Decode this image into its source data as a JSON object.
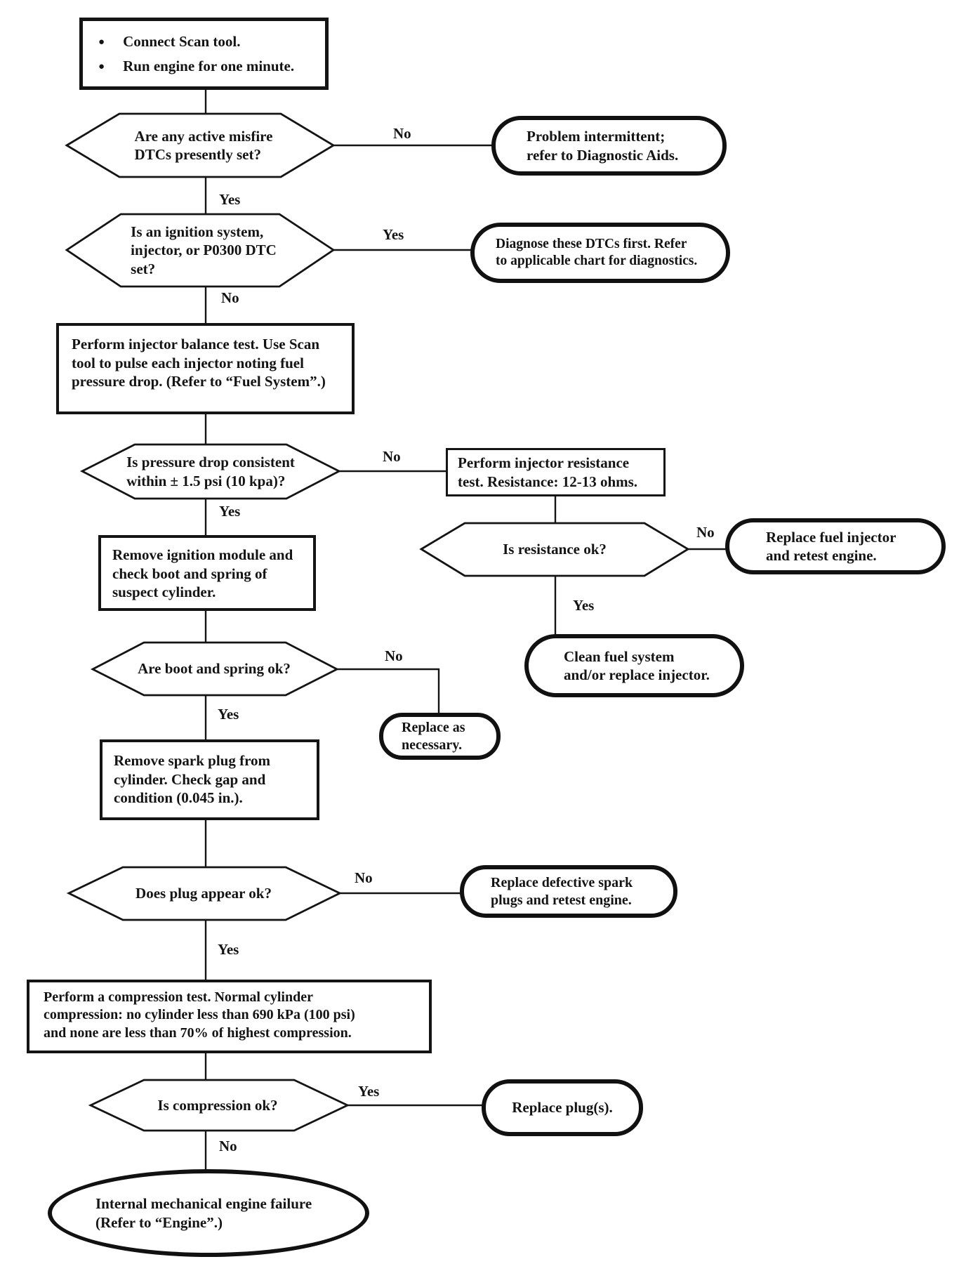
{
  "page": {
    "background": "#ffffff",
    "ink": "#141414"
  },
  "icons": {
    "bullet": "●"
  },
  "nodes": {
    "start": {
      "items": [
        "Connect Scan tool.",
        "Run engine for one minute."
      ]
    },
    "d1": {
      "lines": [
        "Are any active misfire",
        "DTCs presently set?"
      ]
    },
    "t1": {
      "lines": [
        "Problem intermittent;",
        "refer to Diagnostic Aids."
      ]
    },
    "d2": {
      "lines": [
        "Is an ignition system,",
        "injector, or P0300 DTC",
        "set?"
      ]
    },
    "t2": {
      "lines": [
        "Diagnose these DTCs first. Refer",
        "to applicable chart for diagnostics."
      ]
    },
    "p1": {
      "lines": [
        "Perform injector balance test. Use Scan",
        "tool to pulse each injector noting fuel",
        "pressure drop. (Refer to “Fuel System”.)"
      ]
    },
    "d3": {
      "lines": [
        "Is pressure drop consistent",
        "within ± 1.5 psi (10 kpa)?"
      ]
    },
    "p2": {
      "lines": [
        "Perform injector resistance",
        "test. Resistance: 12-13 ohms."
      ]
    },
    "d4": {
      "lines": [
        "Is resistance ok?"
      ]
    },
    "t3": {
      "lines": [
        "Replace fuel injector",
        "and retest engine."
      ]
    },
    "t4": {
      "lines": [
        "Clean fuel system",
        "and/or replace injector."
      ]
    },
    "p3": {
      "lines": [
        "Remove ignition module and",
        "check boot and spring of",
        "suspect cylinder."
      ]
    },
    "d5": {
      "lines": [
        "Are boot and spring ok?"
      ]
    },
    "t5": {
      "lines": [
        "Replace as",
        "necessary."
      ]
    },
    "p4": {
      "lines": [
        "Remove spark plug from",
        "cylinder. Check gap and",
        "condition (0.045 in.)."
      ]
    },
    "d6": {
      "lines": [
        "Does plug appear ok?"
      ]
    },
    "t6": {
      "lines": [
        "Replace defective spark",
        "plugs and retest engine."
      ]
    },
    "p5": {
      "lines": [
        "Perform a compression test. Normal cylinder",
        "compression: no cylinder less than 690 kPa (100 psi)",
        "and none are less than 70% of highest compression."
      ]
    },
    "d7": {
      "lines": [
        "Is compression ok?"
      ]
    },
    "t7": {
      "lines": [
        "Replace plug(s)."
      ]
    },
    "t8": {
      "lines": [
        "Internal mechanical engine failure",
        "(Refer to “Engine”.)"
      ]
    }
  },
  "edge_labels": {
    "d1_no": "No",
    "d1_yes": "Yes",
    "d2_yes": "Yes",
    "d2_no": "No",
    "d3_no": "No",
    "d3_yes": "Yes",
    "d4_no": "No",
    "d4_yes": "Yes",
    "d5_no": "No",
    "d5_yes": "Yes",
    "d6_no": "No",
    "d6_yes": "Yes",
    "d7_yes": "Yes",
    "d7_no": "No"
  }
}
